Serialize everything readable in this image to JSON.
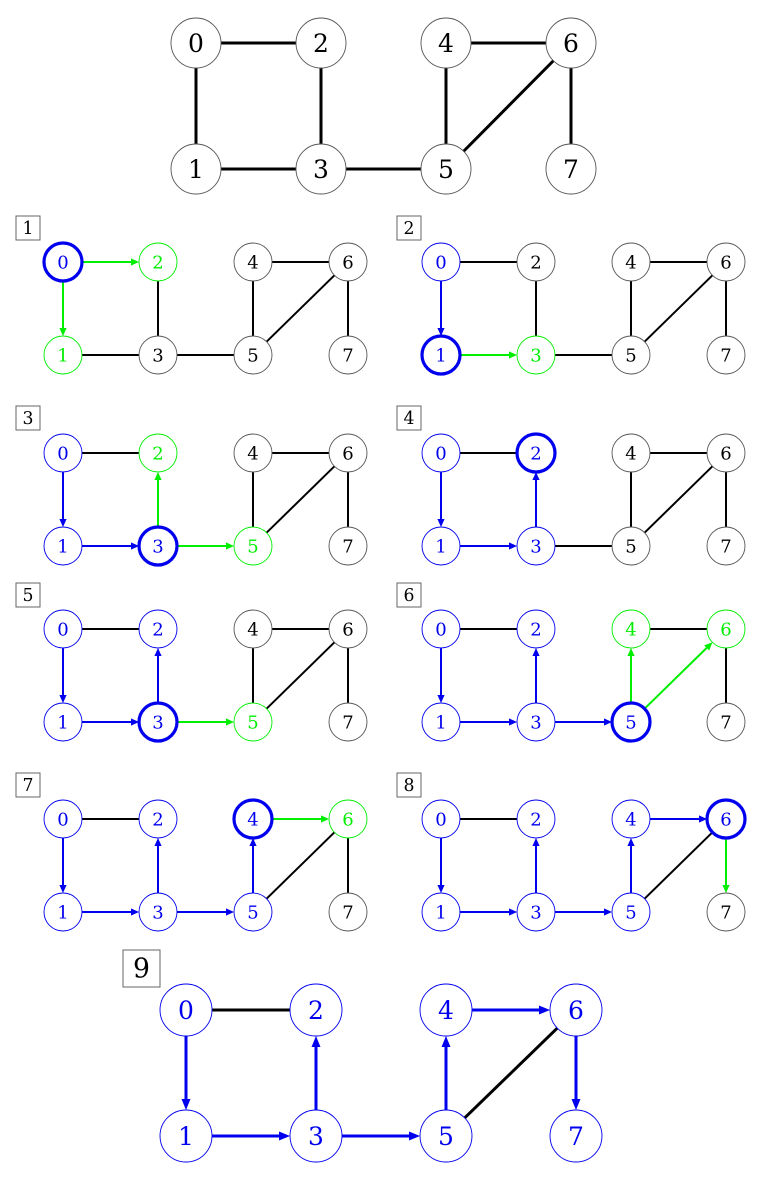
{
  "colors": {
    "black": "#000000",
    "blue": "#0000ee",
    "green": "#00ee00",
    "gray_circle": "#555555",
    "frame": "#666666"
  },
  "node_labels": [
    "0",
    "1",
    "2",
    "3",
    "4",
    "5",
    "6",
    "7"
  ],
  "edges": [
    [
      0,
      2
    ],
    [
      0,
      1
    ],
    [
      2,
      3
    ],
    [
      1,
      3
    ],
    [
      3,
      5
    ],
    [
      4,
      6
    ],
    [
      4,
      5
    ],
    [
      5,
      6
    ],
    [
      6,
      7
    ]
  ],
  "overview": {
    "nodes": [
      "k",
      "k",
      "k",
      "k",
      "k",
      "k",
      "k",
      "k"
    ],
    "edges": [
      "k",
      "k",
      "k",
      "k",
      "k",
      "k",
      "k",
      "k",
      "k"
    ]
  },
  "steps": [
    {
      "label": "1",
      "current": 0,
      "nodes": [
        "b",
        "g",
        "g",
        "k",
        "k",
        "k",
        "k",
        "k"
      ],
      "edges": [
        "g>",
        "g>",
        "k",
        "k",
        "k",
        "k",
        "k",
        "k",
        "k"
      ]
    },
    {
      "label": "2",
      "current": 1,
      "nodes": [
        "b",
        "b",
        "k",
        "g",
        "k",
        "k",
        "k",
        "k"
      ],
      "edges": [
        "k",
        "b>",
        "k",
        "g>",
        "k",
        "k",
        "k",
        "k",
        "k"
      ]
    },
    {
      "label": "3",
      "current": 3,
      "nodes": [
        "b",
        "b",
        "g",
        "b",
        "k",
        "g",
        "k",
        "k"
      ],
      "edges": [
        "k",
        "b>",
        "g<",
        "b>",
        "g>",
        "k",
        "k",
        "k",
        "k"
      ]
    },
    {
      "label": "4",
      "current": 2,
      "nodes": [
        "b",
        "b",
        "b",
        "b",
        "k",
        "k",
        "k",
        "k"
      ],
      "edges": [
        "k",
        "b>",
        "b<",
        "b>",
        "k",
        "k",
        "k",
        "k",
        "k"
      ]
    },
    {
      "label": "5",
      "current": 3,
      "nodes": [
        "b",
        "b",
        "b",
        "b",
        "k",
        "g",
        "k",
        "k"
      ],
      "edges": [
        "k",
        "b>",
        "b<",
        "b>",
        "g>",
        "k",
        "k",
        "k",
        "k"
      ]
    },
    {
      "label": "6",
      "current": 5,
      "nodes": [
        "b",
        "b",
        "b",
        "b",
        "g",
        "b",
        "g",
        "k"
      ],
      "edges": [
        "k",
        "b>",
        "b<",
        "b>",
        "b>",
        "k",
        "g<",
        "g>",
        "k"
      ]
    },
    {
      "label": "7",
      "current": 4,
      "nodes": [
        "b",
        "b",
        "b",
        "b",
        "b",
        "b",
        "g",
        "k"
      ],
      "edges": [
        "k",
        "b>",
        "b<",
        "b>",
        "b>",
        "g>",
        "b<",
        "k",
        "k"
      ]
    },
    {
      "label": "8",
      "current": 6,
      "nodes": [
        "b",
        "b",
        "b",
        "b",
        "b",
        "b",
        "b",
        "k"
      ],
      "edges": [
        "k",
        "b>",
        "b<",
        "b>",
        "b>",
        "b>",
        "b<",
        "k",
        "g>"
      ]
    },
    {
      "label": "9",
      "current": null,
      "nodes": [
        "b",
        "b",
        "b",
        "b",
        "b",
        "b",
        "b",
        "b"
      ],
      "edges": [
        "k",
        "b>",
        "b<",
        "b>",
        "b>",
        "b>",
        "b<",
        "k",
        "b>"
      ]
    }
  ]
}
